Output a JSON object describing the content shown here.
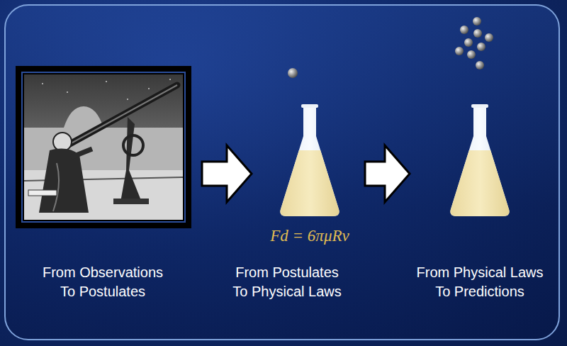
{
  "diagram": {
    "nodes": [
      {
        "text": [
          "From Observations To Postulates"
        ]
      },
      {
        "text": [
          "From Postulates To Physical Laws"
        ]
      },
      {
        "text": [
          "From Physical Laws To Predictions"
        ]
      }
    ],
    "edges": [
      {
        "from": 0,
        "to": 1,
        "arrow": "to"
      },
      {
        "from": 1,
        "to": 2,
        "arrow": "to"
      }
    ],
    "labels": [
      "Fd = 6πμRv"
    ]
  }
}
